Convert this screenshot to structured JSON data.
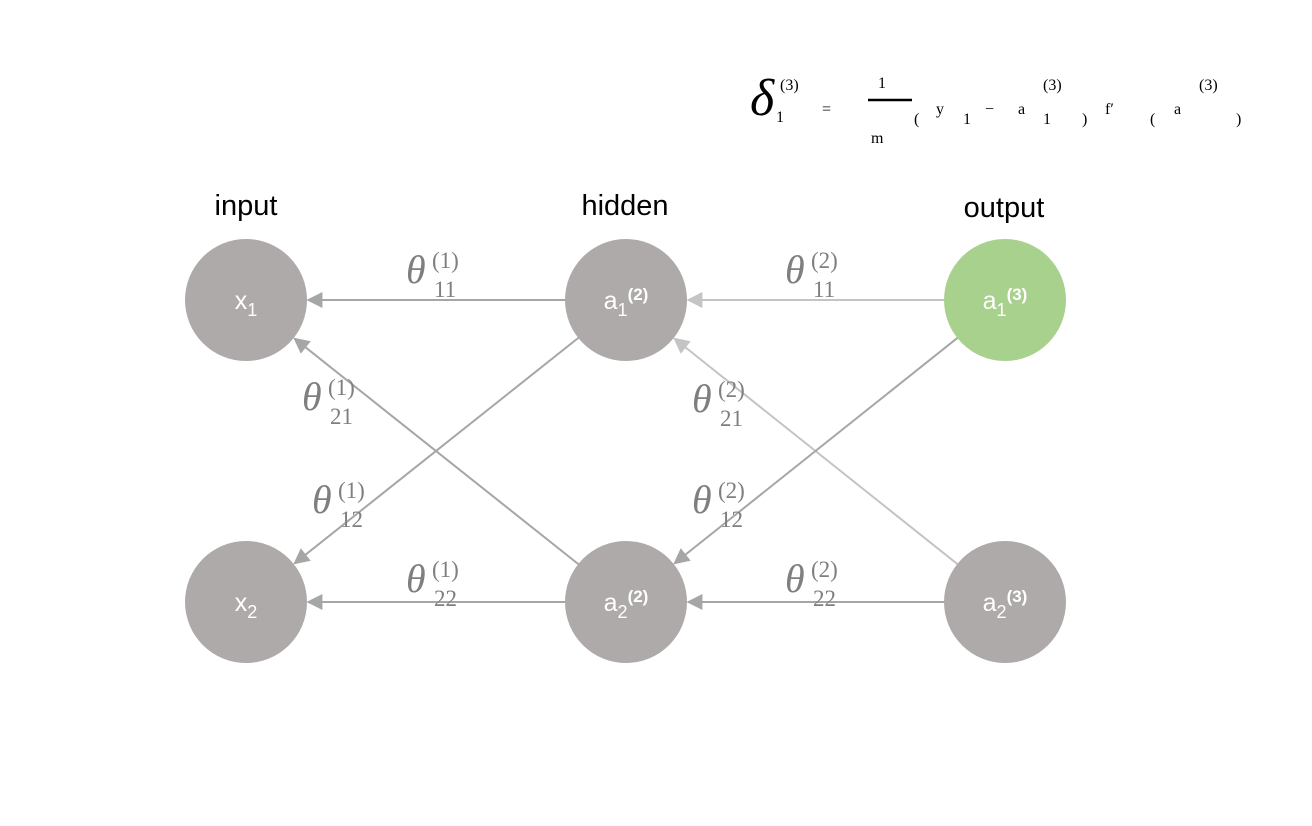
{
  "formula": {
    "lhs_symbol": "δ",
    "lhs_sub": "1",
    "lhs_sup": "(3)",
    "equals": "=",
    "frac_num": "1",
    "frac_den": "m",
    "y_symbol": "y",
    "y_sub": "1",
    "minus": "−",
    "a_symbol": "a",
    "a_sub": "1",
    "a_sup": "(3)",
    "f_prime": "f′",
    "a2_symbol": "a",
    "a2_sup": "(3)",
    "open_paren": "(",
    "close_paren": ")"
  },
  "layers": {
    "input": "input",
    "hidden": "hidden",
    "output": "output"
  },
  "colors": {
    "node_gray": "#aeaaaa",
    "node_green": "#a9d18e",
    "edge_dark": "#a6a6a6",
    "edge_light": "#c4c4c4",
    "theta_text": "#7f7f7f"
  },
  "nodes": [
    {
      "id": "x1",
      "base": "x",
      "sub": "1",
      "sup": "",
      "layer": "input",
      "highlight": false
    },
    {
      "id": "x2",
      "base": "x",
      "sub": "2",
      "sup": "",
      "layer": "input",
      "highlight": false
    },
    {
      "id": "a1_2",
      "base": "a",
      "sub": "1",
      "sup": "(2)",
      "layer": "hidden",
      "highlight": false
    },
    {
      "id": "a2_2",
      "base": "a",
      "sub": "2",
      "sup": "(2)",
      "layer": "hidden",
      "highlight": false
    },
    {
      "id": "a1_3",
      "base": "a",
      "sub": "1",
      "sup": "(3)",
      "layer": "output",
      "highlight": true
    },
    {
      "id": "a2_3",
      "base": "a",
      "sub": "2",
      "sup": "(3)",
      "layer": "output",
      "highlight": false
    }
  ],
  "edges": [
    {
      "from": "a1_2",
      "to": "x1",
      "weight": {
        "symbol": "θ",
        "sub": "11",
        "sup": "(1)"
      },
      "shade": "dark"
    },
    {
      "from": "a2_2",
      "to": "x1",
      "weight": {
        "symbol": "θ",
        "sub": "21",
        "sup": "(1)"
      },
      "shade": "dark"
    },
    {
      "from": "a1_2",
      "to": "x2",
      "weight": {
        "symbol": "θ",
        "sub": "12",
        "sup": "(1)"
      },
      "shade": "dark"
    },
    {
      "from": "a2_2",
      "to": "x2",
      "weight": {
        "symbol": "θ",
        "sub": "22",
        "sup": "(1)"
      },
      "shade": "dark"
    },
    {
      "from": "a1_3",
      "to": "a1_2",
      "weight": {
        "symbol": "θ",
        "sub": "11",
        "sup": "(2)"
      },
      "shade": "light"
    },
    {
      "from": "a2_3",
      "to": "a1_2",
      "weight": {
        "symbol": "θ",
        "sub": "21",
        "sup": "(2)"
      },
      "shade": "light"
    },
    {
      "from": "a1_3",
      "to": "a2_2",
      "weight": {
        "symbol": "θ",
        "sub": "12",
        "sup": "(2)"
      },
      "shade": "dark"
    },
    {
      "from": "a2_3",
      "to": "a2_2",
      "weight": {
        "symbol": "θ",
        "sub": "22",
        "sup": "(2)"
      },
      "shade": "dark"
    }
  ]
}
